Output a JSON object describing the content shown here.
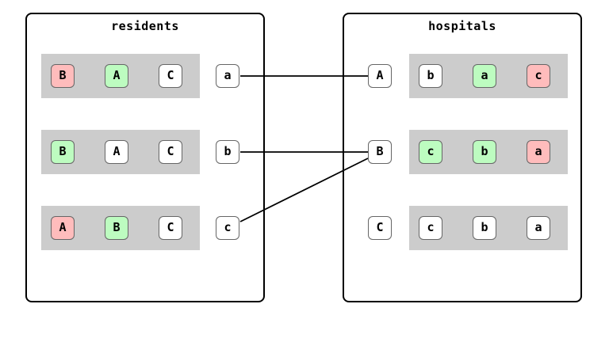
{
  "residents": {
    "title": "residents",
    "agents": [
      {
        "label": "a",
        "prefs": [
          {
            "label": "B",
            "state": "red"
          },
          {
            "label": "A",
            "state": "green"
          },
          {
            "label": "C",
            "state": "white"
          }
        ]
      },
      {
        "label": "b",
        "prefs": [
          {
            "label": "B",
            "state": "green"
          },
          {
            "label": "A",
            "state": "white"
          },
          {
            "label": "C",
            "state": "white"
          }
        ]
      },
      {
        "label": "c",
        "prefs": [
          {
            "label": "A",
            "state": "red"
          },
          {
            "label": "B",
            "state": "green"
          },
          {
            "label": "C",
            "state": "white"
          }
        ]
      }
    ]
  },
  "hospitals": {
    "title": "hospitals",
    "agents": [
      {
        "label": "A",
        "prefs": [
          {
            "label": "b",
            "state": "white"
          },
          {
            "label": "a",
            "state": "green"
          },
          {
            "label": "c",
            "state": "red"
          }
        ]
      },
      {
        "label": "B",
        "prefs": [
          {
            "label": "c",
            "state": "green"
          },
          {
            "label": "b",
            "state": "green"
          },
          {
            "label": "a",
            "state": "red"
          }
        ]
      },
      {
        "label": "C",
        "prefs": [
          {
            "label": "c",
            "state": "white"
          },
          {
            "label": "b",
            "state": "white"
          },
          {
            "label": "a",
            "state": "white"
          }
        ]
      }
    ]
  },
  "matching": [
    {
      "resident": "a",
      "hospital": "A"
    },
    {
      "resident": "b",
      "hospital": "B"
    },
    {
      "resident": "c",
      "hospital": "B"
    }
  ],
  "colors": {
    "red": "#ffbcbc",
    "green": "#bdfcc0",
    "white": "#ffffff",
    "strip": "#cccccc"
  }
}
